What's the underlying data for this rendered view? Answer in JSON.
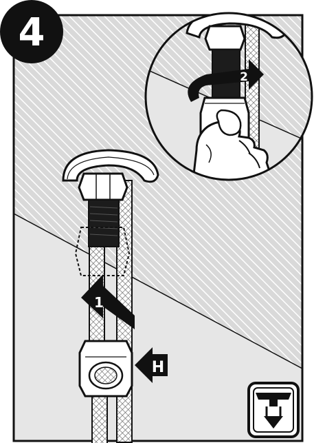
{
  "step": {
    "number": "4"
  },
  "labels": {
    "arrow_1": "1",
    "arrow_2": "2",
    "part_h": "H"
  },
  "icon": {
    "name": "faucet-install-icon"
  },
  "colors": {
    "ink": "#111111",
    "hatch_bg": "#d7d7d7",
    "hatch_line": "#ffffff",
    "floor": "#e8e8e8",
    "metal": "#ffffff",
    "nut_dark": "#222222"
  }
}
